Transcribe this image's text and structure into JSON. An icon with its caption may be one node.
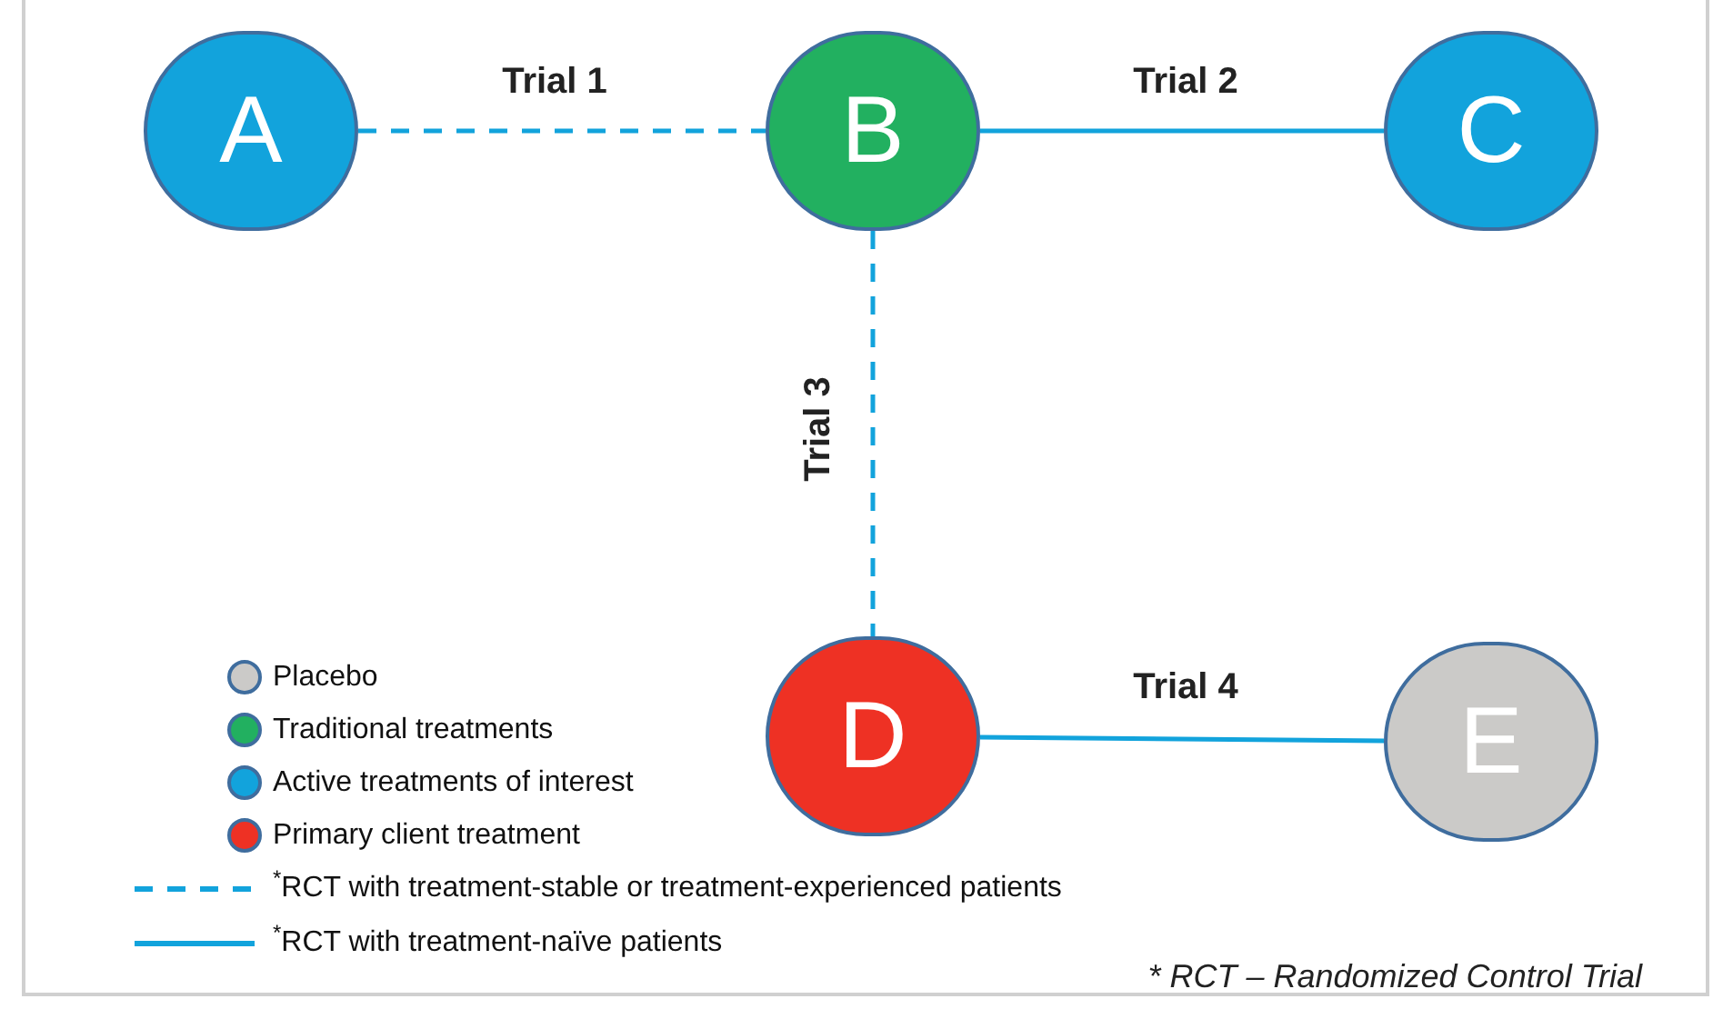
{
  "diagram": {
    "caption": "* RCT – Randomized Control Trial",
    "nodes": [
      {
        "text": [
          "A"
        ]
      },
      {
        "text": [
          "B"
        ]
      },
      {
        "text": [
          "C"
        ]
      },
      {
        "text": [
          "D"
        ]
      },
      {
        "text": [
          "E"
        ]
      }
    ],
    "edges": [
      {
        "from": 0,
        "to": 1,
        "arrow": "none",
        "label": "Trial 1",
        "style": "dashed"
      },
      {
        "from": 1,
        "to": 2,
        "arrow": "none",
        "label": "Trial 2"
      },
      {
        "from": 1,
        "to": 3,
        "arrow": "none",
        "label": "Trial 3",
        "style": "dashed"
      },
      {
        "from": 3,
        "to": 4,
        "arrow": "none",
        "label": "Trial 4"
      }
    ],
    "legend": [
      {
        "text": "Placebo",
        "color": "#cbcac8"
      },
      {
        "text": "Traditional treatments",
        "color": "#22b060"
      },
      {
        "text": "Active treatments of interest",
        "color": "#12a3dc"
      },
      {
        "text": "Primary client treatment",
        "color": "#ee3124"
      },
      {
        "text": "$^{*}$RCT with treatment-stable or treatment-experienced patients"
      },
      {
        "text": "$^{*}$RCT with treatment-naïve patients"
      }
    ]
  }
}
